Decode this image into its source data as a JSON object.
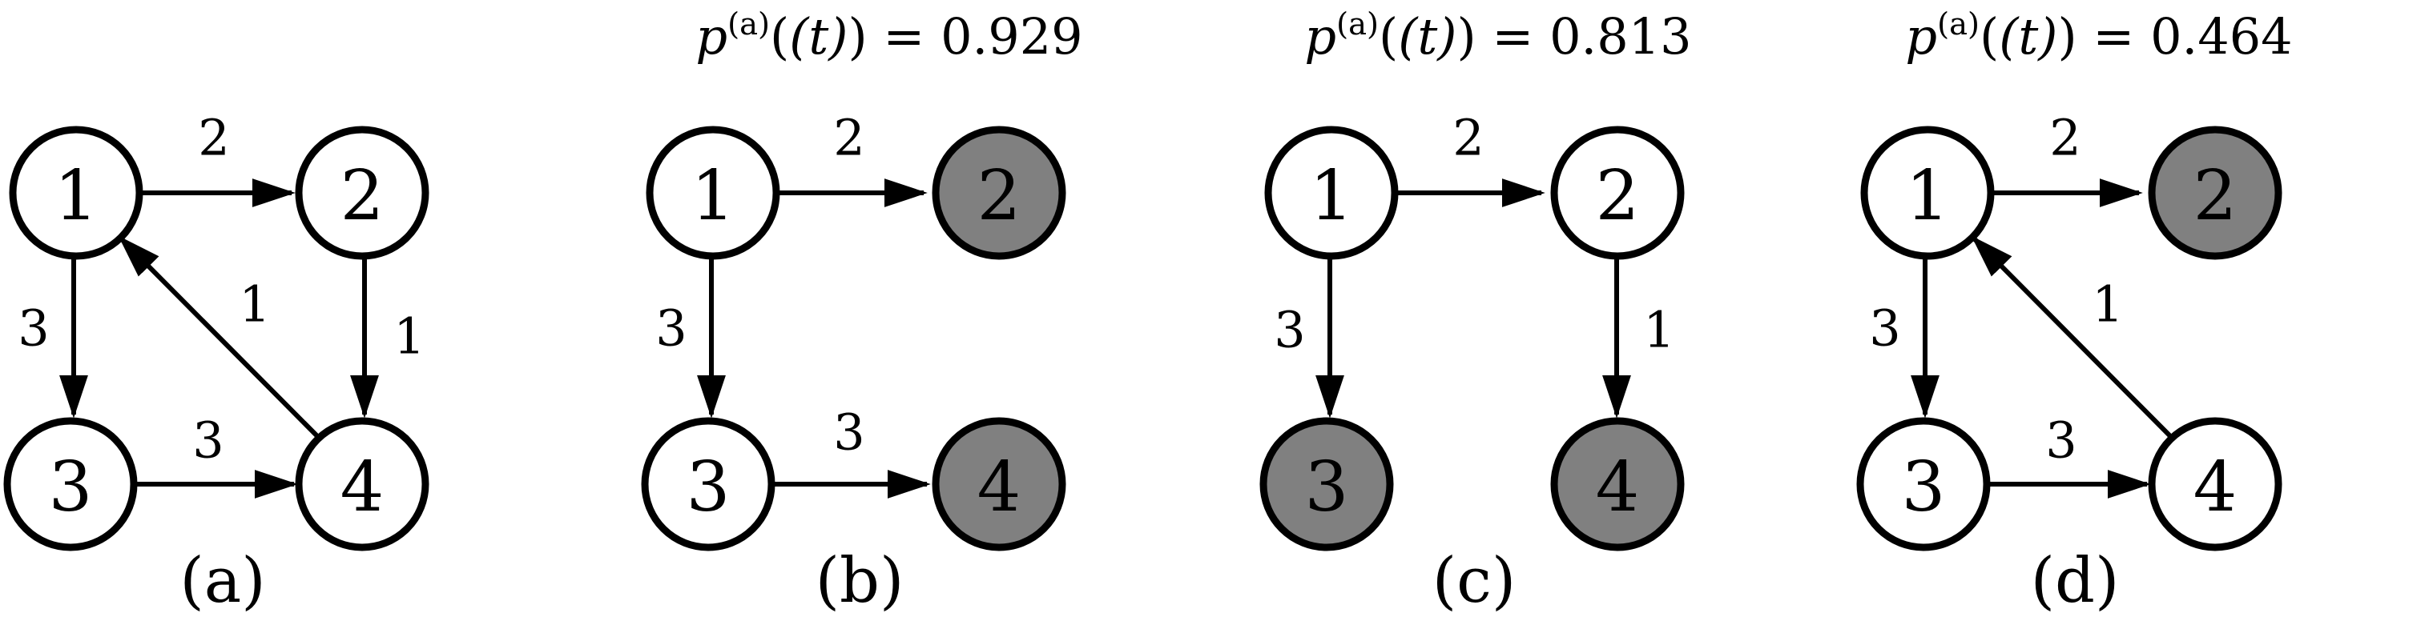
{
  "figure": {
    "background": "#ffffff",
    "node_fill_inactive": "#ffffff",
    "node_fill_active": "#808080",
    "stroke": "#000000",
    "panel_count": 4
  },
  "panels": [
    {
      "id": "a",
      "caption": "(a)",
      "title": null,
      "nodes": [
        {
          "id": "1",
          "label": "1",
          "state": "white"
        },
        {
          "id": "2",
          "label": "2",
          "state": "white"
        },
        {
          "id": "3",
          "label": "3",
          "state": "white"
        },
        {
          "id": "4",
          "label": "4",
          "state": "white"
        }
      ],
      "edges": [
        {
          "from": "1",
          "to": "2",
          "label": "2"
        },
        {
          "from": "1",
          "to": "3",
          "label": "3"
        },
        {
          "from": "2",
          "to": "4",
          "label": "1"
        },
        {
          "from": "3",
          "to": "4",
          "label": "3"
        },
        {
          "from": "4",
          "to": "1",
          "label": "1"
        }
      ]
    },
    {
      "id": "b",
      "caption": "(b)",
      "title": {
        "symbol": "p",
        "superscript": "(a)",
        "argument": "(t)",
        "relation": "=",
        "value": "0.929"
      },
      "nodes": [
        {
          "id": "1",
          "label": "1",
          "state": "white"
        },
        {
          "id": "2",
          "label": "2",
          "state": "gray"
        },
        {
          "id": "3",
          "label": "3",
          "state": "white"
        },
        {
          "id": "4",
          "label": "4",
          "state": "gray"
        }
      ],
      "edges": [
        {
          "from": "1",
          "to": "2",
          "label": "2"
        },
        {
          "from": "1",
          "to": "3",
          "label": "3"
        },
        {
          "from": "3",
          "to": "4",
          "label": "3"
        }
      ]
    },
    {
      "id": "c",
      "caption": "(c)",
      "title": {
        "symbol": "p",
        "superscript": "(a)",
        "argument": "(t)",
        "relation": "=",
        "value": "0.813"
      },
      "nodes": [
        {
          "id": "1",
          "label": "1",
          "state": "white"
        },
        {
          "id": "2",
          "label": "2",
          "state": "white"
        },
        {
          "id": "3",
          "label": "3",
          "state": "gray"
        },
        {
          "id": "4",
          "label": "4",
          "state": "gray"
        }
      ],
      "edges": [
        {
          "from": "1",
          "to": "2",
          "label": "2"
        },
        {
          "from": "1",
          "to": "3",
          "label": "3"
        },
        {
          "from": "2",
          "to": "4",
          "label": "1"
        }
      ]
    },
    {
      "id": "d",
      "caption": "(d)",
      "title": {
        "symbol": "p",
        "superscript": "(a)",
        "argument": "(t)",
        "relation": "=",
        "value": "0.464"
      },
      "nodes": [
        {
          "id": "1",
          "label": "1",
          "state": "white"
        },
        {
          "id": "2",
          "label": "2",
          "state": "gray"
        },
        {
          "id": "3",
          "label": "3",
          "state": "white"
        },
        {
          "id": "4",
          "label": "4",
          "state": "white"
        }
      ],
      "edges": [
        {
          "from": "1",
          "to": "2",
          "label": "2"
        },
        {
          "from": "1",
          "to": "3",
          "label": "3"
        },
        {
          "from": "3",
          "to": "4",
          "label": "3"
        },
        {
          "from": "4",
          "to": "1",
          "label": "1"
        }
      ]
    }
  ],
  "labels": {
    "a": {
      "node1": "1",
      "node2": "2",
      "node3": "3",
      "node4": "4",
      "e12": "2",
      "e13": "3",
      "e24": "1",
      "e34": "3",
      "e41": "1",
      "caption": "(a)"
    },
    "b": {
      "node1": "1",
      "node2": "2",
      "node3": "3",
      "node4": "4",
      "e12": "2",
      "e13": "3",
      "e34": "3",
      "caption": "(b)",
      "t_sym": "p",
      "t_sup": "(a)",
      "t_arg": "(t)",
      "t_rel": "=",
      "t_val": "0.929"
    },
    "c": {
      "node1": "1",
      "node2": "2",
      "node3": "3",
      "node4": "4",
      "e12": "2",
      "e13": "3",
      "e24": "1",
      "caption": "(c)",
      "t_sym": "p",
      "t_sup": "(a)",
      "t_arg": "(t)",
      "t_rel": "=",
      "t_val": "0.813"
    },
    "d": {
      "node1": "1",
      "node2": "2",
      "node3": "3",
      "node4": "4",
      "e12": "2",
      "e13": "3",
      "e34": "3",
      "e41": "1",
      "caption": "(d)",
      "t_sym": "p",
      "t_sup": "(a)",
      "t_arg": "(t)",
      "t_rel": "=",
      "t_val": "0.464"
    }
  }
}
